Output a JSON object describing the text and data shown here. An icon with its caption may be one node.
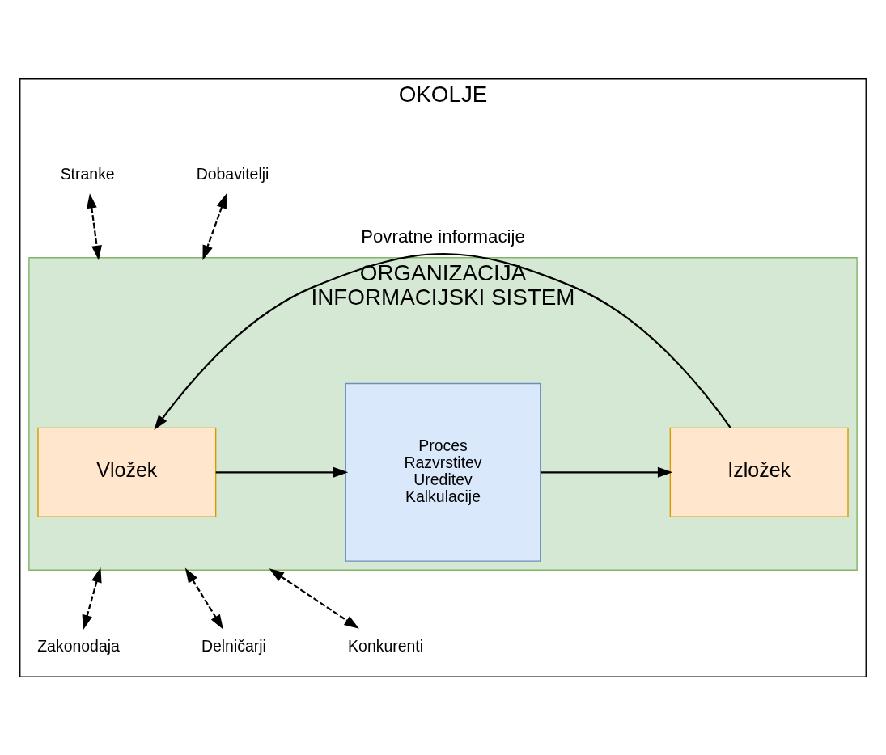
{
  "diagram": {
    "nodes": [
      {
        "text": [
          "OKOLJE"
        ]
      },
      {
        "text": [
          "Dobavitelji"
        ],
        "in": 0
      },
      {
        "text": [
          "Stranke"
        ],
        "in": 0
      },
      {
        "text": [
          "ORGANIZACIJA",
          "INFORMACIJSKI SISTEM"
        ],
        "in": 0
      },
      {
        "text": [
          "Vložek"
        ],
        "in": 3
      },
      {
        "text": [
          "Proces",
          "Razvrstitev",
          "Ureditev",
          "Kalkulacije"
        ],
        "in": 3
      },
      {
        "text": [
          "Izložek"
        ],
        "in": 3
      },
      {
        "text": [
          "Zakonodaja"
        ],
        "in": 0
      },
      {
        "text": [
          "Delničarji"
        ],
        "in": 0
      },
      {
        "text": [
          "Konkurenti"
        ],
        "in": 0
      }
    ],
    "edges": [
      {
        "from": 4,
        "to": 5,
        "arrow": "to"
      },
      {
        "from": 5,
        "to": 6,
        "arrow": "to"
      },
      {
        "from": 6,
        "to": 4,
        "arrow": "to",
        "label": "Povratne informacije"
      },
      {
        "from": 1,
        "to": 3,
        "arrow": "both",
        "style": "dashed"
      },
      {
        "from": 2,
        "to": 3,
        "arrow": "both",
        "style": "dashed"
      },
      {
        "from": 3,
        "to": 7,
        "arrow": "both",
        "style": "dashed"
      },
      {
        "from": 3,
        "to": 8,
        "arrow": "both",
        "style": "dashed"
      },
      {
        "from": 3,
        "to": 9,
        "arrow": "both",
        "style": "dashed"
      }
    ]
  }
}
